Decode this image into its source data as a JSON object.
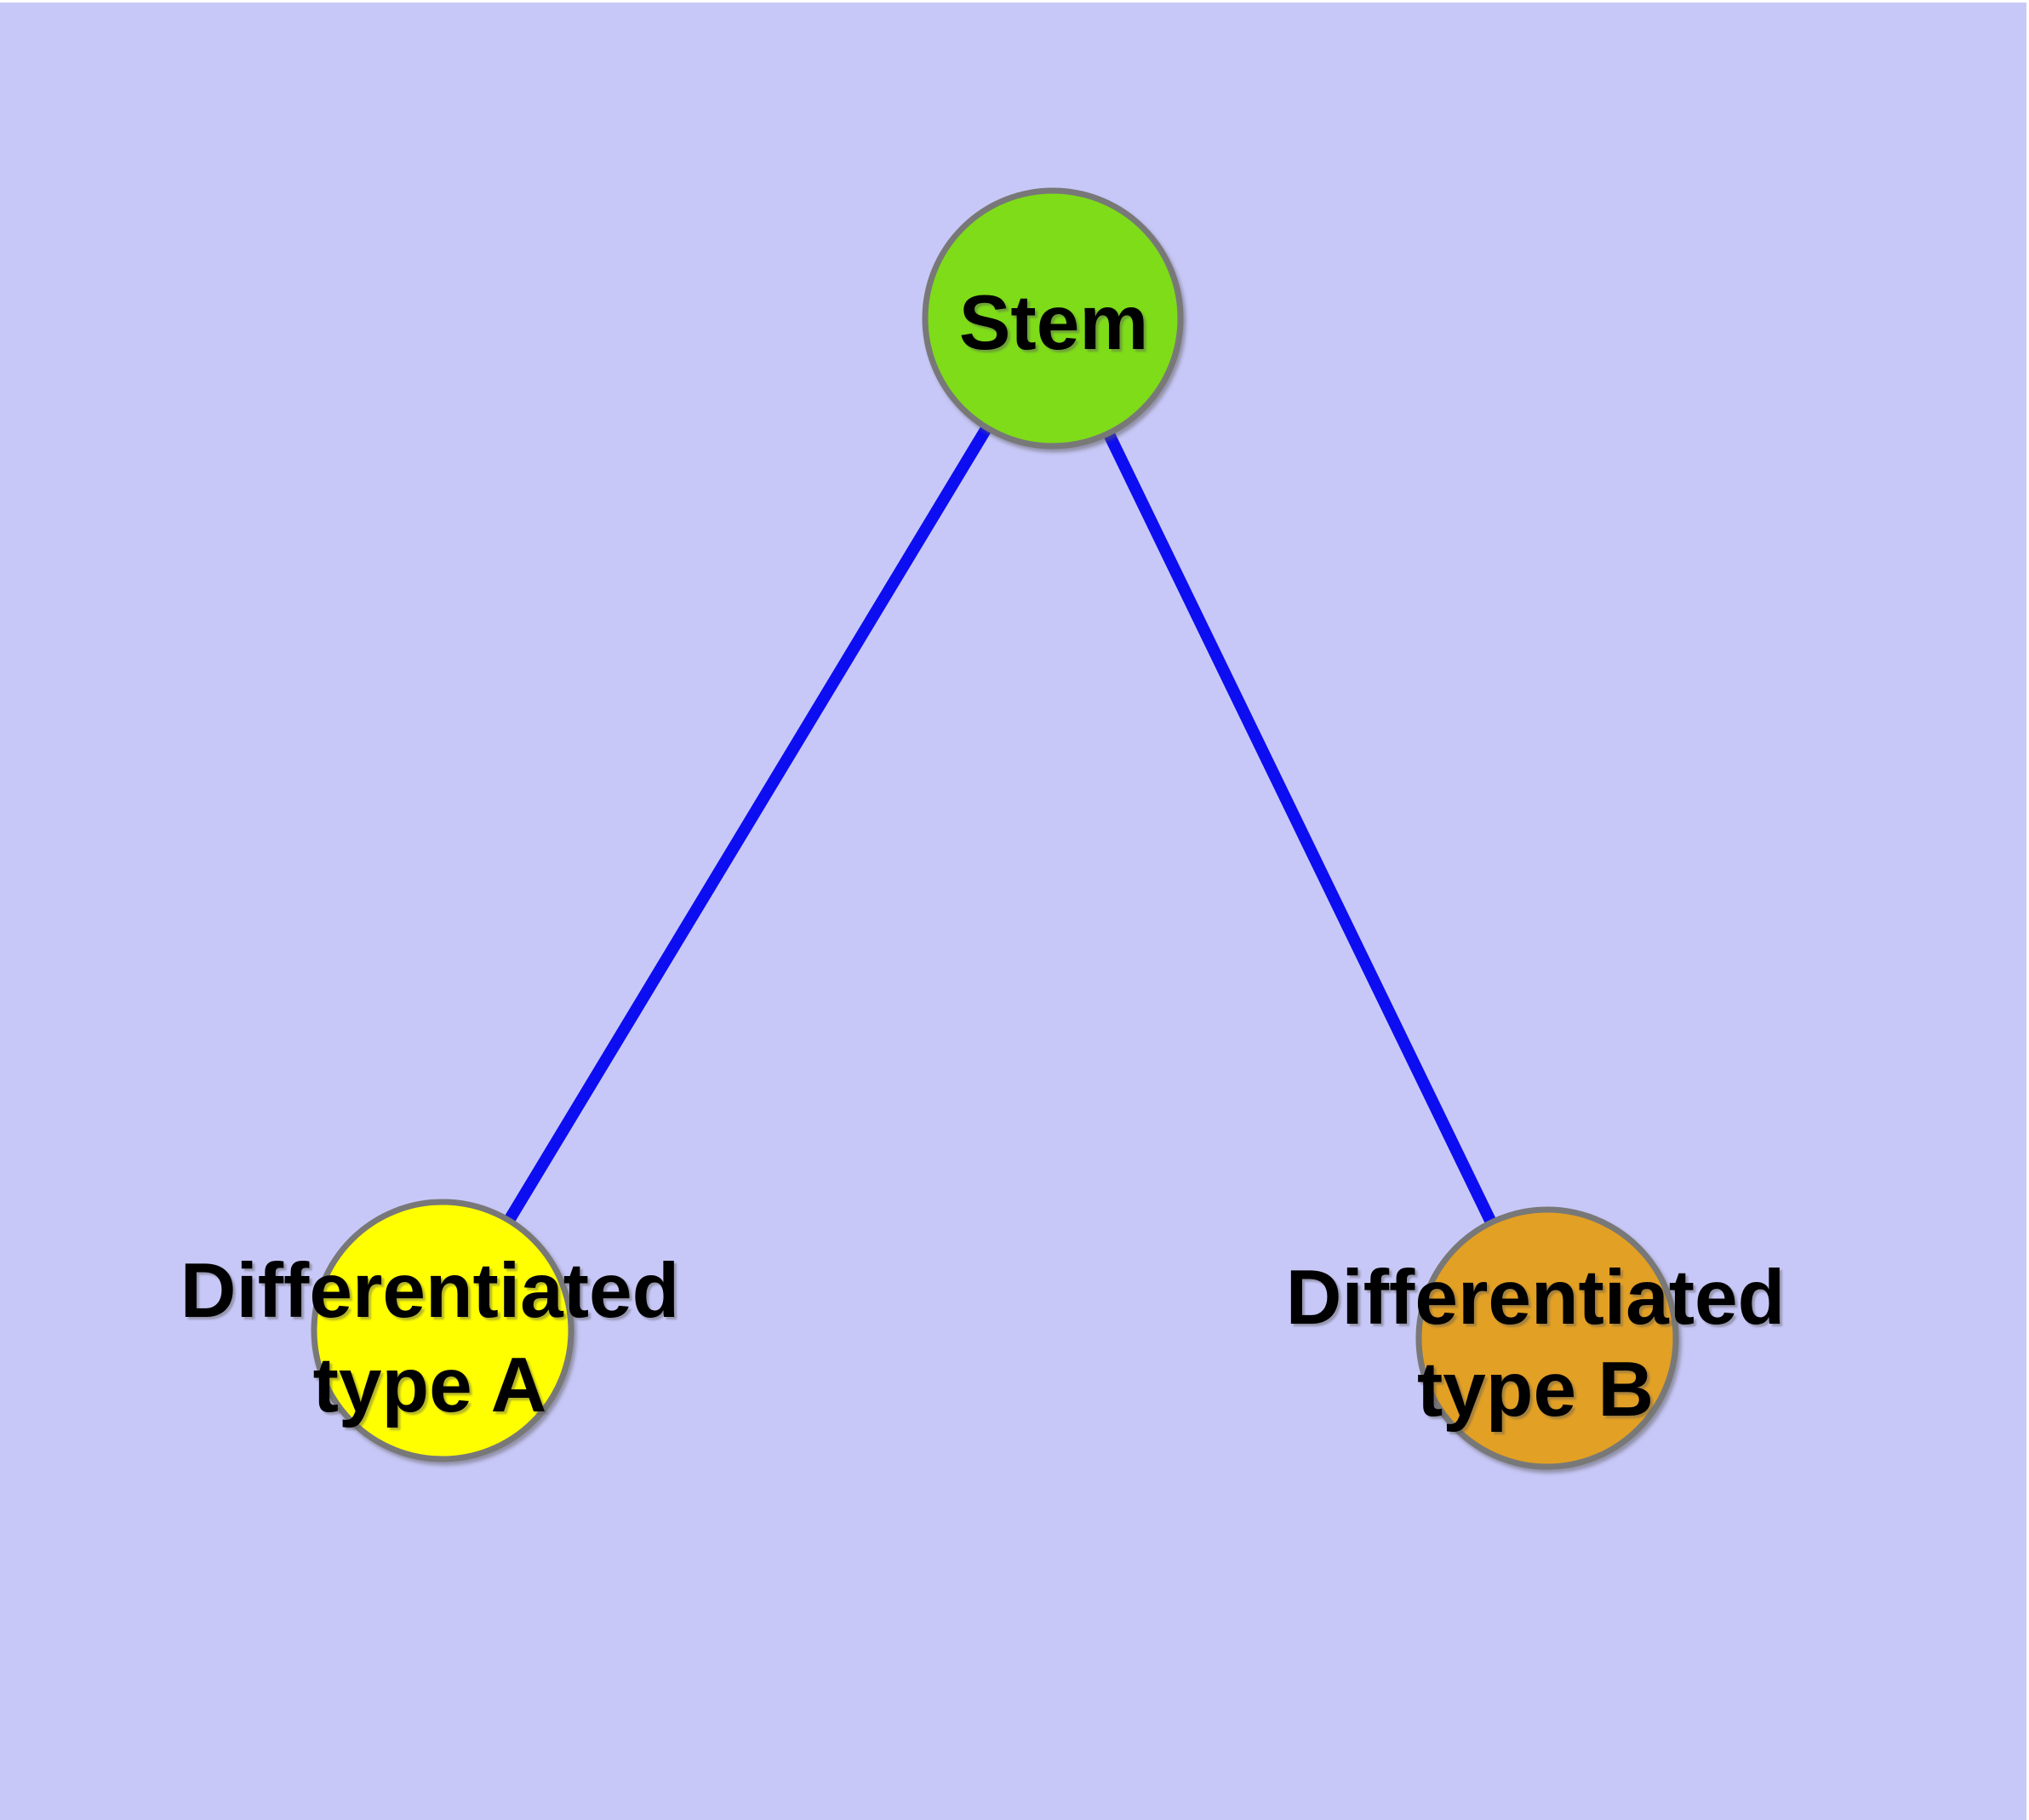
{
  "diagram": {
    "background_color": "#c8c8f8",
    "frame_color": "#ffffff",
    "edge_color": "#0d0df2",
    "node_border_color": "#787878",
    "text_color": "#000000",
    "nodes": [
      {
        "id": "stem",
        "label": "Stem",
        "fill": "#7edc19"
      },
      {
        "id": "differentiated-type-a",
        "label_line1": "Differentiated",
        "label_line2": "type A",
        "fill": "#ffff00"
      },
      {
        "id": "differentiated-type-b",
        "label_line1": "Differentiated",
        "label_line2": "type B",
        "fill": "#e2a024"
      }
    ],
    "edges": [
      {
        "from": "Stem",
        "to": "Differentiated type A"
      },
      {
        "from": "Stem",
        "to": "Differentiated type B"
      }
    ]
  }
}
